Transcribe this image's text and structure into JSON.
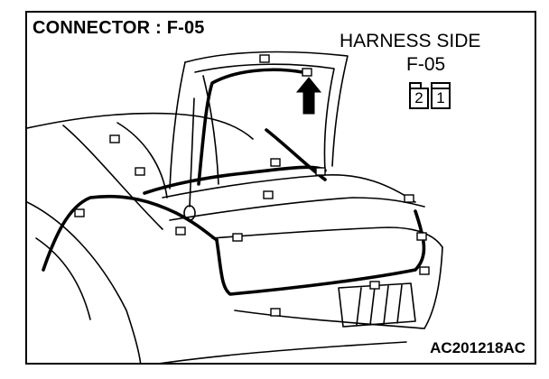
{
  "header": {
    "title": "CONNECTOR : F-05"
  },
  "harness_view": {
    "label": "HARNESS SIDE",
    "connector_code": "F-05",
    "pins": [
      "2",
      "1"
    ]
  },
  "footer": {
    "reference_code": "AC201218AC"
  },
  "colors": {
    "line": "#000000",
    "background": "#ffffff"
  }
}
